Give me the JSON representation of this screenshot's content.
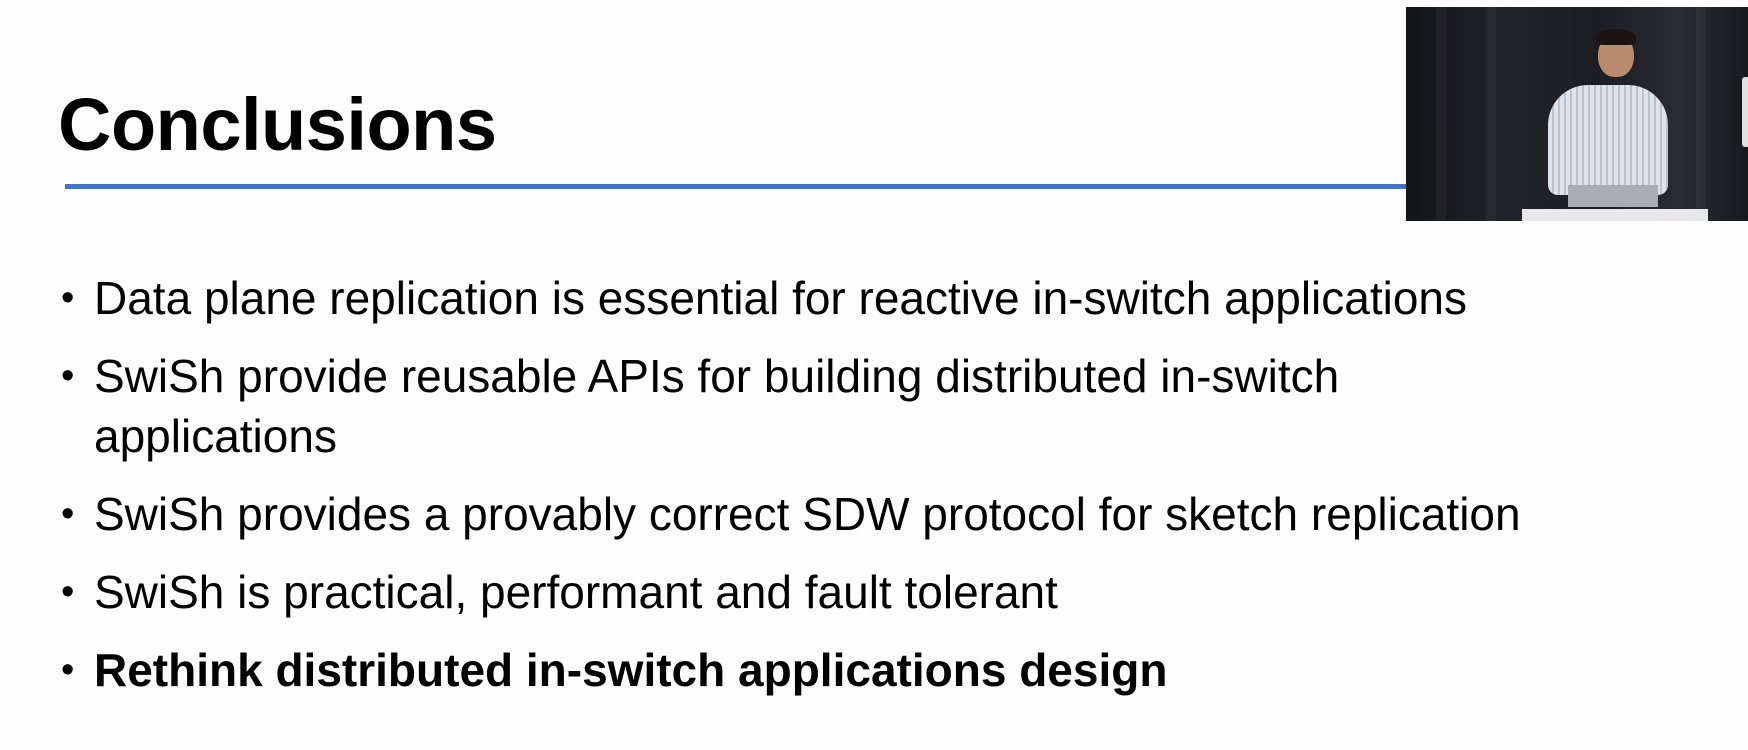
{
  "slide": {
    "title": "Conclusions",
    "bullets": [
      {
        "text": "Data plane replication is essential for reactive in-switch applications",
        "bold": false
      },
      {
        "text": "SwiSh provide reusable APIs for building distributed in-switch applications",
        "bold": false
      },
      {
        "text": "SwiSh provides a provably correct SDW protocol for sketch replication",
        "bold": false
      },
      {
        "text": "SwiSh is practical, performant and fault tolerant",
        "bold": false
      },
      {
        "text": "Rethink distributed in-switch applications design",
        "bold": true
      }
    ],
    "bullet_glyph": "•",
    "accent_color": "#4472c4"
  }
}
